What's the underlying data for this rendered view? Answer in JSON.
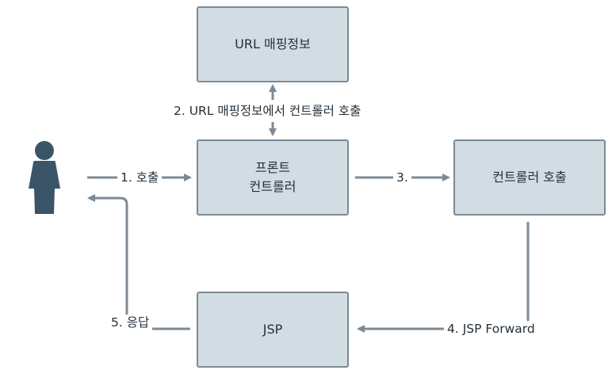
{
  "nodes": {
    "url_mapping": "URL 매핑정보",
    "front_controller_line1": "프론트",
    "front_controller_line2": "컨트롤러",
    "controller_call": "컨트롤러 호출",
    "jsp": "JSP"
  },
  "edges": {
    "step1": "1. 호출",
    "step2": "2. URL 매핑정보에서 컨트롤러 호출",
    "step3": "3.",
    "step4": "4. JSP Forward",
    "step5": "5. 응답"
  },
  "colors": {
    "box_fill": "#d2dce3",
    "box_border": "#7d8a96",
    "arrow": "#7d8a96",
    "user_icon": "#3a5568"
  },
  "icons": {
    "user": "user-icon"
  }
}
